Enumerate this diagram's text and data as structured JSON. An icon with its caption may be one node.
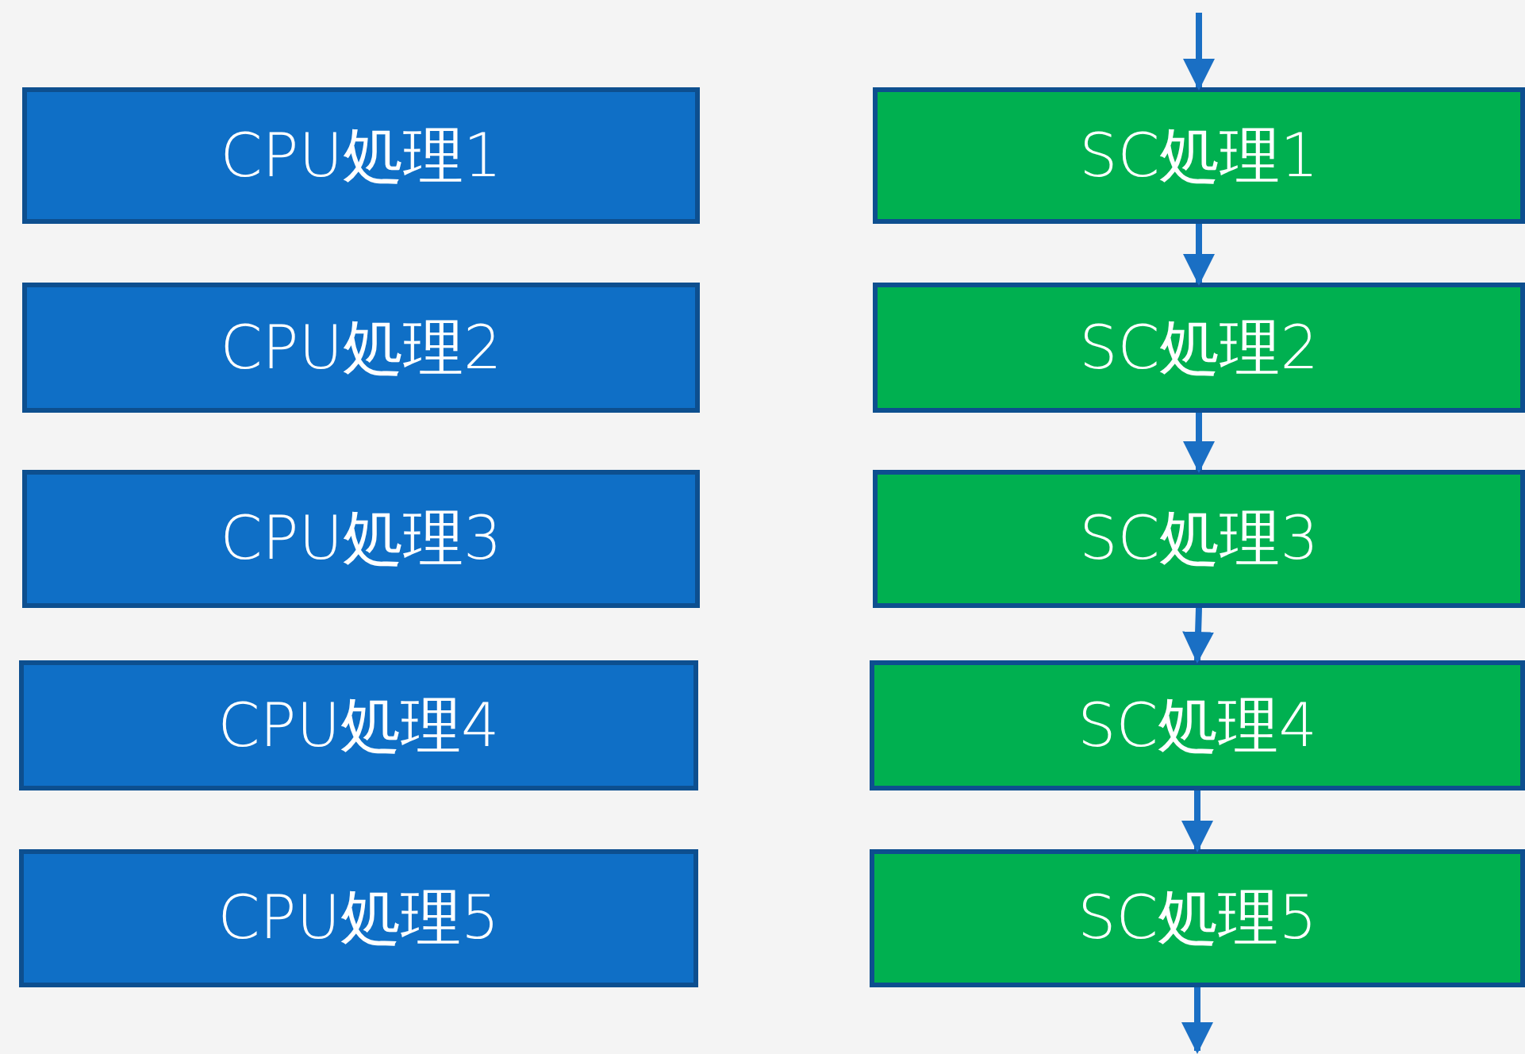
{
  "diagram": {
    "nodes": [
      {
        "text": [
          "CPU処理1"
        ]
      },
      {
        "text": [
          "CPU処理2"
        ]
      },
      {
        "text": [
          "CPU処理3"
        ]
      },
      {
        "text": [
          "CPU処理4"
        ]
      },
      {
        "text": [
          "CPU処理5"
        ]
      },
      {
        "text": [
          "SC処理1"
        ]
      },
      {
        "text": [
          "SC処理2"
        ]
      },
      {
        "text": [
          "SC処理3"
        ]
      },
      {
        "text": [
          "SC処理4"
        ]
      },
      {
        "text": [
          "SC処理5"
        ]
      }
    ],
    "edges": [
      {
        "from": null,
        "to": 5,
        "arrow": "to"
      },
      {
        "from": 5,
        "to": 6,
        "arrow": "to"
      },
      {
        "from": 6,
        "to": 7,
        "arrow": "to"
      },
      {
        "from": 7,
        "to": 8,
        "arrow": "to"
      },
      {
        "from": 8,
        "to": 9,
        "arrow": "to"
      },
      {
        "from": 9,
        "to": null,
        "arrow": "to"
      }
    ]
  }
}
